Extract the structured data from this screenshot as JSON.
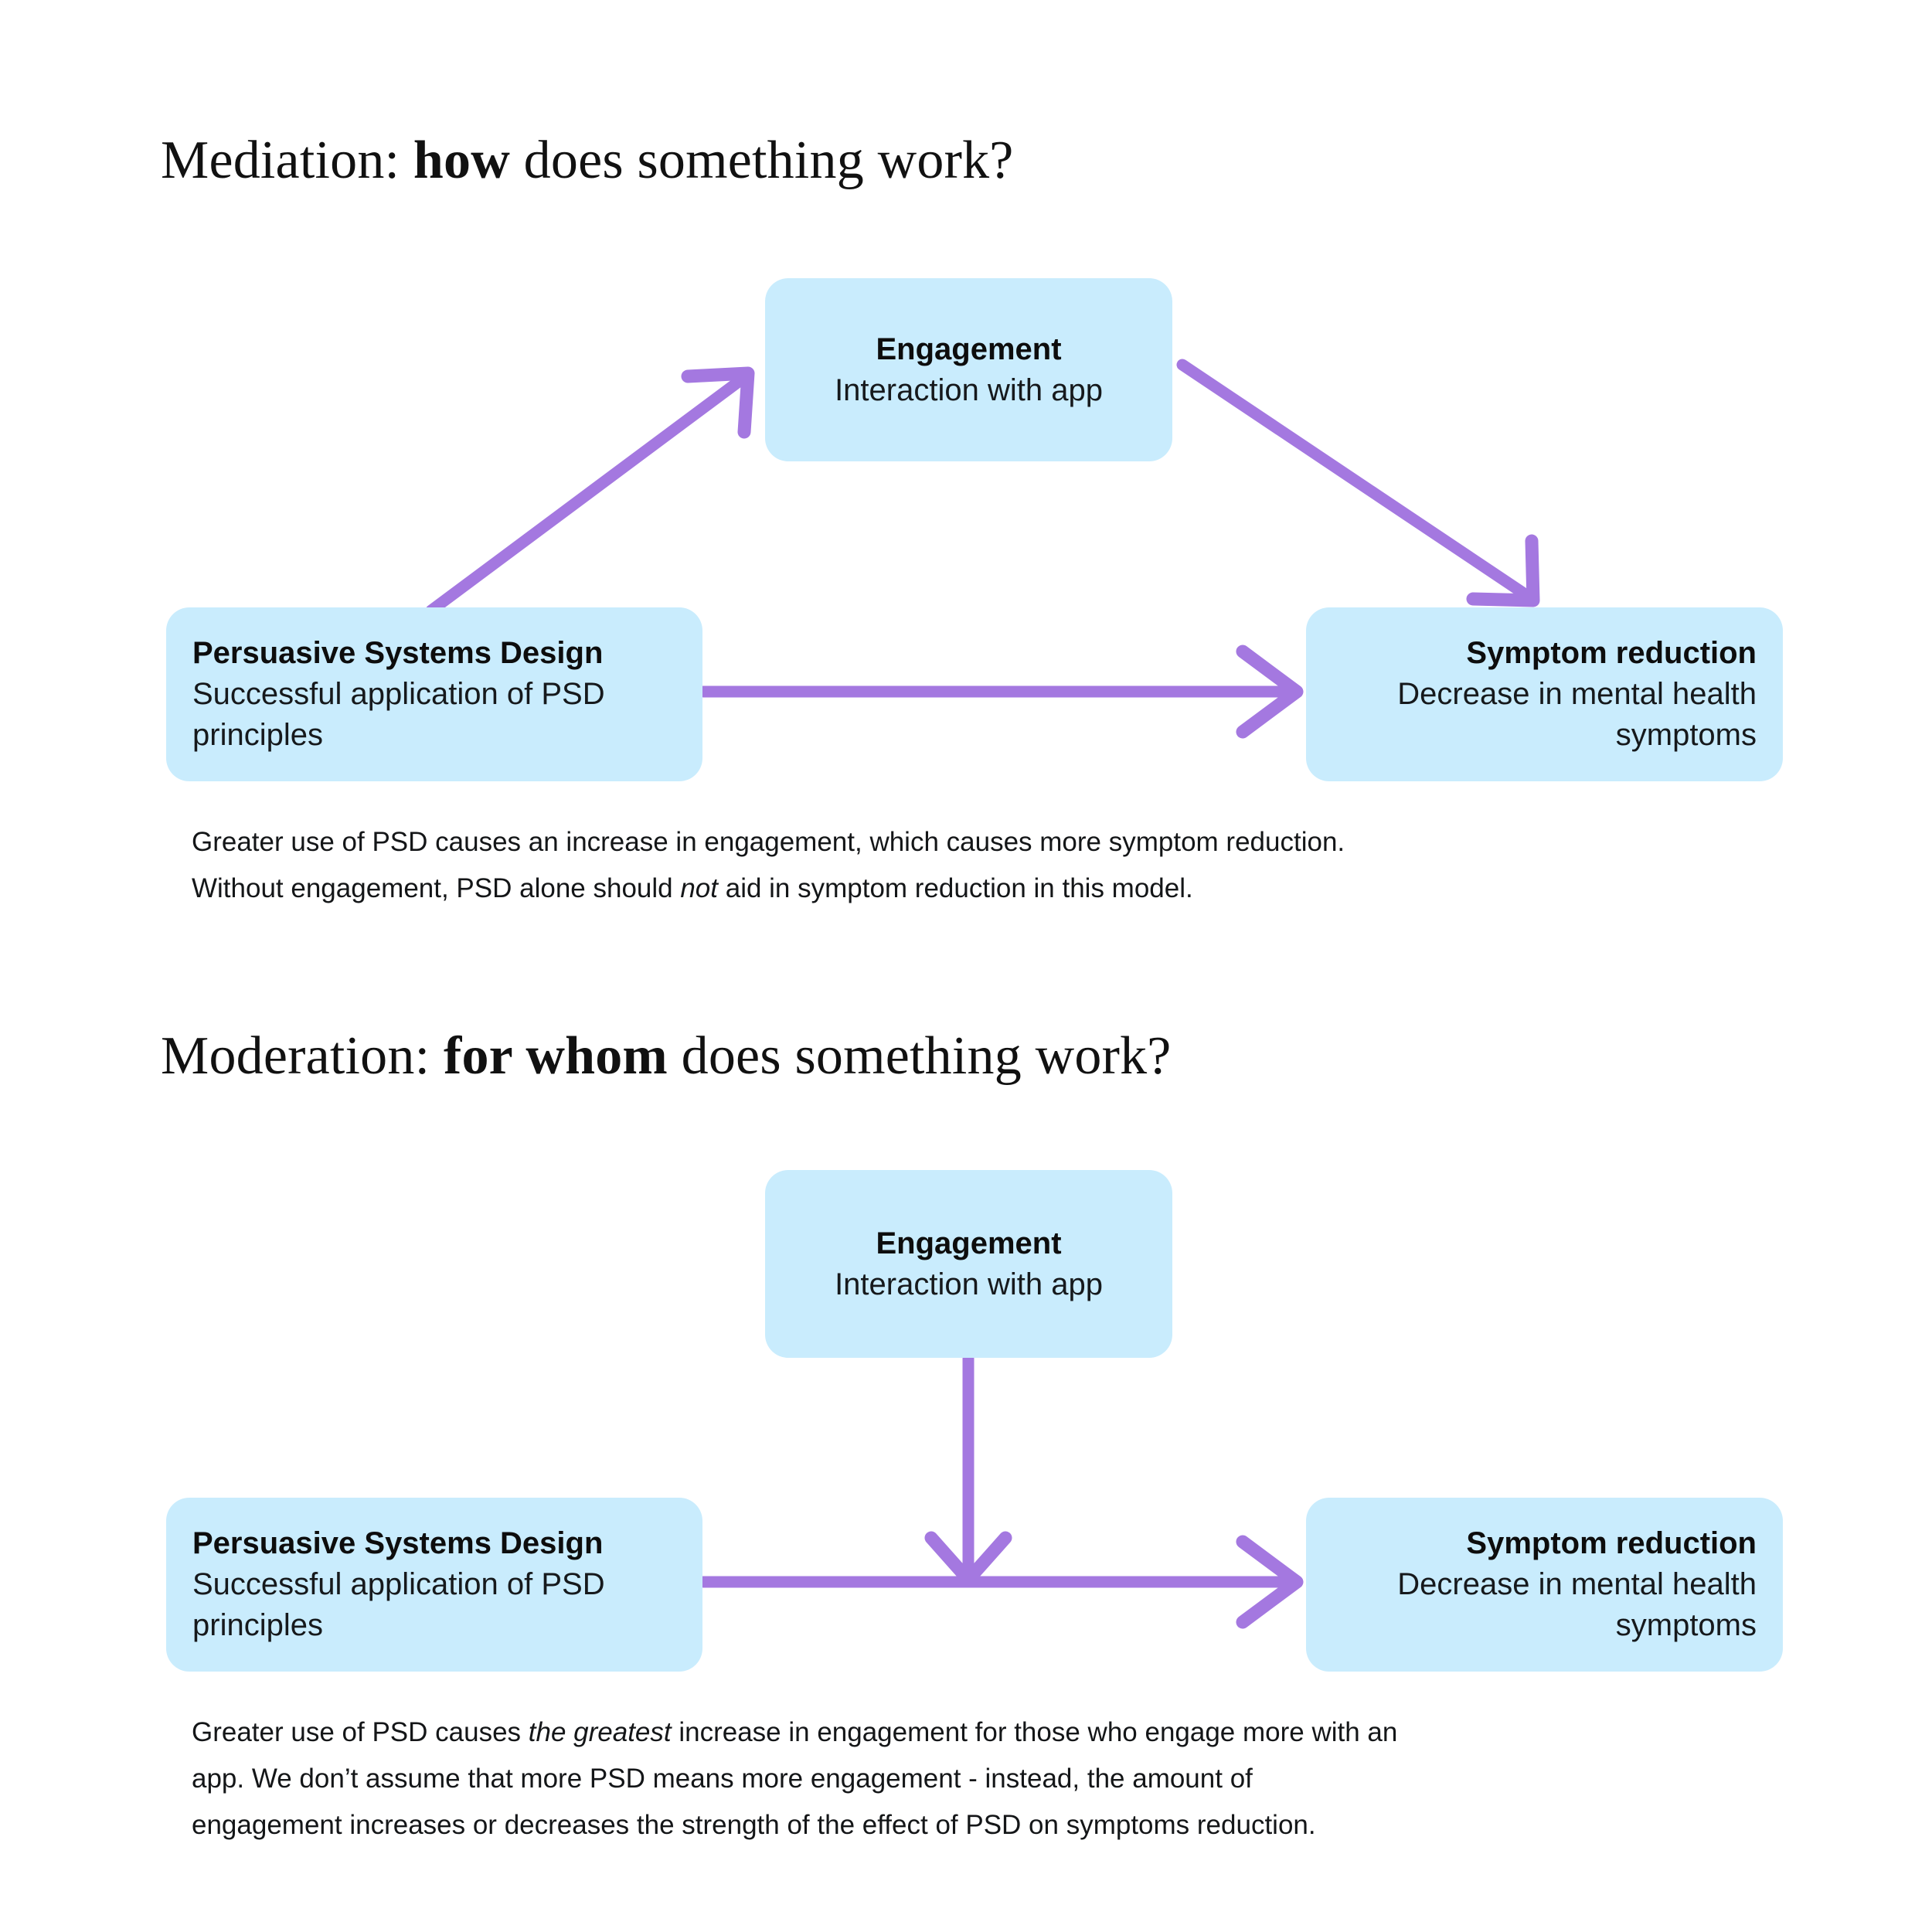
{
  "theme": {
    "background": "#ffffff",
    "node_fill": "#c9ecfd",
    "arrow_color": "#a478e0",
    "text_color": "#111111"
  },
  "sections": [
    {
      "id": "mediation",
      "title_plain": "Mediation: ",
      "title_emphasis": "how",
      "title_rest": " does something work?",
      "nodes": {
        "engagement": {
          "title": "Engagement",
          "desc": "Interaction with app"
        },
        "psd": {
          "title": "Persuasive Systems Design",
          "desc": "Successful application of PSD principles"
        },
        "symptom": {
          "title": "Symptom reduction",
          "desc": "Decrease in mental health symptoms"
        }
      },
      "arrows": [
        {
          "name": "psd-to-engagement",
          "from": "psd",
          "to": "engagement",
          "style": "diagonal-up"
        },
        {
          "name": "engagement-to-symptom",
          "from": "engagement",
          "to": "symptom",
          "style": "diagonal-down"
        },
        {
          "name": "psd-to-symptom",
          "from": "psd",
          "to": "symptom",
          "style": "horizontal"
        }
      ],
      "caption_line1_a": "Greater use of PSD causes an increase in engagement, which causes more symptom reduction.",
      "caption_line2_a": "Without engagement, PSD alone should ",
      "caption_line2_em": "not",
      "caption_line2_b": " aid in symptom reduction in this model."
    },
    {
      "id": "moderation",
      "title_plain": "Moderation: ",
      "title_emphasis": "for whom",
      "title_rest": " does something work?",
      "nodes": {
        "engagement": {
          "title": "Engagement",
          "desc": "Interaction with app"
        },
        "psd": {
          "title": "Persuasive Systems Design",
          "desc": "Successful application of PSD principles"
        },
        "symptom": {
          "title": "Symptom reduction",
          "desc": "Decrease in mental health symptoms"
        }
      },
      "arrows": [
        {
          "name": "psd-to-symptom",
          "from": "psd",
          "to": "symptom",
          "style": "horizontal"
        },
        {
          "name": "engagement-moderator",
          "from": "engagement",
          "to": "psd-to-symptom",
          "style": "vertical-down"
        }
      ],
      "caption_line1_a": "Greater use of PSD causes ",
      "caption_line1_em": "the greatest",
      "caption_line1_b": " increase in engagement for those who engage more with an",
      "caption_line2": "app. We don’t assume that more PSD means more engagement - instead, the amount of",
      "caption_line3": "engagement increases or decreases the strength of the effect of PSD on symptoms reduction."
    }
  ]
}
